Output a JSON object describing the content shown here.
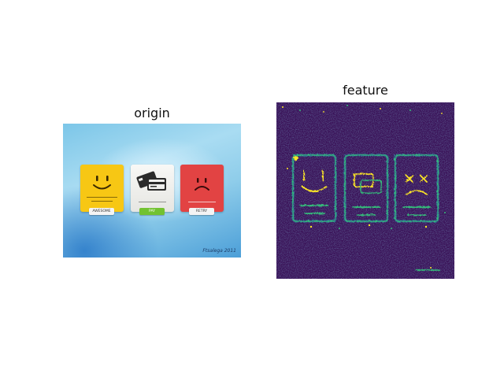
{
  "panels": {
    "origin_title": "origin",
    "feature_title": "feature"
  },
  "origin": {
    "cards": [
      {
        "color": "#f7c714",
        "icon": "smiley-icon",
        "button_label": "AWESOME",
        "button_color": "#f4f4f4"
      },
      {
        "color": "#eeeeea",
        "icon": "credit-cards-icon",
        "button_label": "PAY",
        "button_color": "#72c231"
      },
      {
        "color": "#e24343",
        "icon": "sad-face-icon",
        "button_label": "RETRY",
        "button_color": "#f4f4f4"
      }
    ],
    "signature": "Ftsalega 2011"
  },
  "feature": {
    "colormap": "viridis",
    "background_color": "#3a1258",
    "highlight_colors": [
      "#fde725",
      "#35b779",
      "#31688e"
    ]
  }
}
